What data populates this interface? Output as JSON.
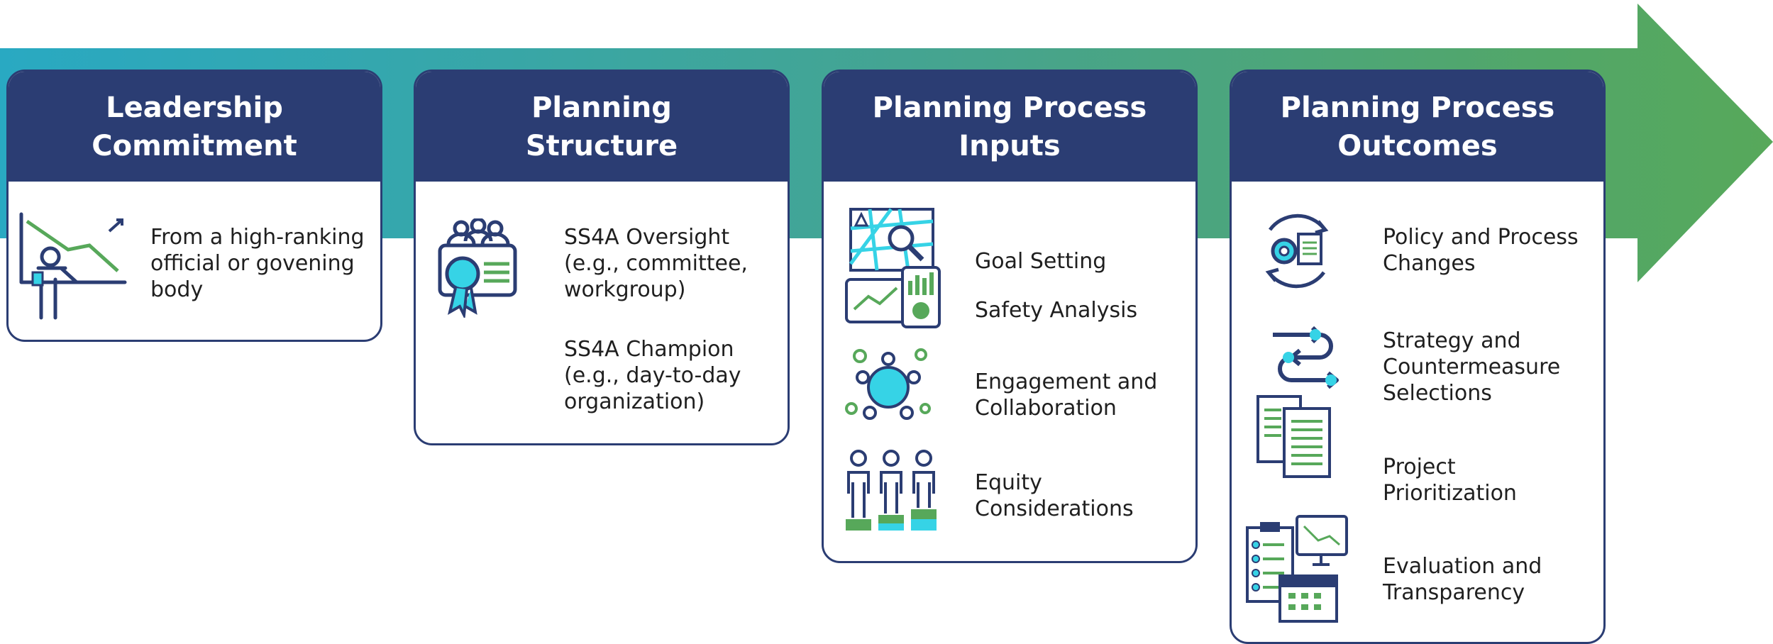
{
  "colors": {
    "navy": "#2b3d73",
    "teal": "#29a9c2",
    "green": "#57a85a",
    "cyan": "#36d3e6"
  },
  "cards": [
    {
      "title": [
        "Leadership",
        "Commitment"
      ],
      "items": [
        {
          "icon": "presenter-chart-icon",
          "lines": [
            "From a high-ranking",
            "official or govening",
            "body"
          ]
        }
      ]
    },
    {
      "title": [
        "Planning",
        "Structure"
      ],
      "items": [
        {
          "icon": "team-certificate-icon",
          "lines": [
            "SS4A Oversight",
            "(e.g., committee,",
            "workgroup)"
          ]
        },
        {
          "icon": "",
          "lines": [
            "SS4A Champion",
            "(e.g., day-to-day",
            "organization)"
          ]
        }
      ]
    },
    {
      "title": [
        "Planning Process",
        "Inputs"
      ],
      "items": [
        {
          "icon": "map-magnifier-icon",
          "lines": [
            "Goal Setting"
          ]
        },
        {
          "icon": "dashboard-charts-icon",
          "lines": [
            "Safety Analysis"
          ]
        },
        {
          "icon": "people-circle-icon",
          "lines": [
            "Engagement and",
            "Collaboration"
          ]
        },
        {
          "icon": "equity-people-icon",
          "lines": [
            "Equity",
            "Considerations"
          ]
        }
      ]
    },
    {
      "title": [
        "Planning Process",
        "Outcomes"
      ],
      "items": [
        {
          "icon": "cycle-gear-documents-icon",
          "lines": [
            "Policy and Process",
            "Changes"
          ]
        },
        {
          "icon": "strategy-flow-icon",
          "lines": [
            "Strategy and",
            "Countermeasure",
            "Selections"
          ]
        },
        {
          "icon": "documents-icon",
          "lines": [
            "Project",
            "Prioritization"
          ]
        },
        {
          "icon": "checklist-monitor-calendar-icon",
          "lines": [
            "Evaluation and",
            "Transparency"
          ]
        }
      ]
    }
  ]
}
